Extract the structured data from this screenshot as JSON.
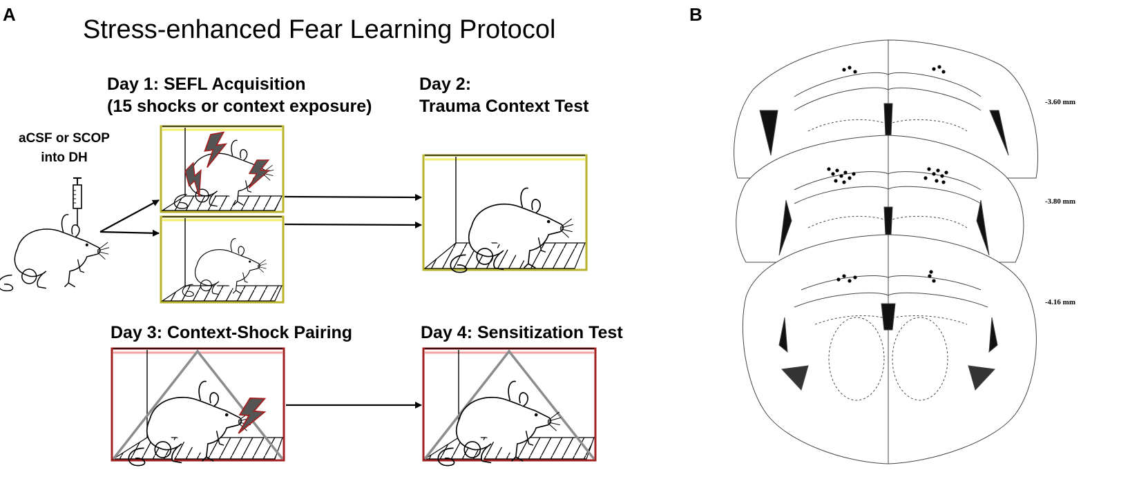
{
  "panel_a": {
    "letter": "A",
    "title": "Stress-enhanced Fear Learning Protocol",
    "injection": [
      "aCSF or SCOP",
      "into DH"
    ],
    "day1": [
      "Day 1: SEFL Acquisition",
      "(15 shocks or context exposure)"
    ],
    "day2": [
      "Day 2:",
      "Trauma Context Test"
    ],
    "day3": "Day 3: Context-Shock Pairing",
    "day4": "Day 4: Sensitization Test"
  },
  "panel_b": {
    "letter": "B",
    "levels": [
      "-3.60 mm",
      "-3.80 mm",
      "-4.16 mm"
    ]
  },
  "colors": {
    "context_a_border": "#b9b32a",
    "context_a_stripe": "#f2ee6a",
    "context_b_border": "#a32020",
    "context_b_stripe": "#f2a3a3",
    "shock_fill": "#555555",
    "shock_outline": "#a32020",
    "triangle": "#8c8c8c",
    "ventricle": "#111111"
  }
}
